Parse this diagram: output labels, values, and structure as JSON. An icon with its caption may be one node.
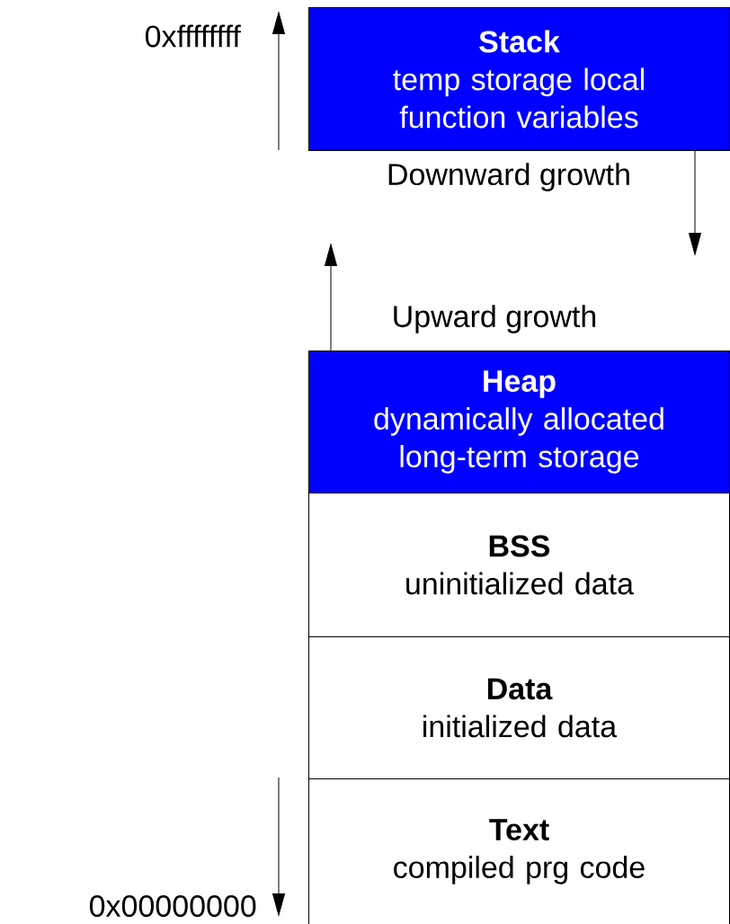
{
  "diagram": {
    "nodes": [
      {
        "text": [
          "Stack",
          "temp storage local function variables"
        ]
      },
      {
        "text": [
          "Heap",
          "dynamically allocated long-term storage"
        ]
      },
      {
        "text": [
          "BSS",
          "uninitialized data"
        ]
      },
      {
        "text": [
          "Data",
          "initialized data"
        ]
      },
      {
        "text": [
          "Text",
          "compiled prg code"
        ]
      }
    ],
    "edges": [
      {
        "from": 0,
        "to": null,
        "arrow": "to",
        "label": "Downward growth"
      },
      {
        "from": 1,
        "to": null,
        "arrow": "to",
        "label": "Upward growth"
      }
    ],
    "labels": [
      "0xffffffff",
      "0x00000000"
    ]
  }
}
